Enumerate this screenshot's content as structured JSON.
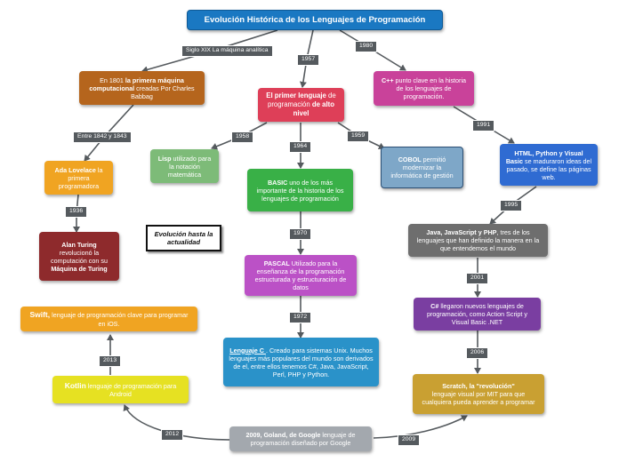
{
  "title": "Evolución Histórica de los Lenguajes de Programación",
  "colors": {
    "title": "#1a78c2",
    "brown": "#b5651d",
    "orange": "#f0a422",
    "darkred": "#8e2a2c",
    "crimson": "#de3f58",
    "magenta": "#c9429a",
    "green_light": "#7dbb78",
    "green": "#39b047",
    "violet": "#bb51c6",
    "blue": "#2a92c9",
    "steel": "#7ea7c8",
    "royal": "#2f6bd2",
    "gray": "#6e6e6e",
    "purple": "#7a3ea1",
    "gold": "#c9a032",
    "yellow": "#e6e122",
    "silver": "#a3a8ae",
    "link": "#555a5e"
  },
  "labels": {
    "siglo_xix": "Siglo XIX La máquina analítica",
    "y1957": "1957",
    "y1980": "1980",
    "y1842": "Entre 1842 y 1843",
    "y1958": "1958",
    "y1964": "1964",
    "y1959": "1959",
    "y1991": "1991",
    "y1936": "1936",
    "y1995": "1995",
    "y1970": "1970",
    "y2001": "2001",
    "y1972": "1972",
    "y2006": "2006",
    "y2013": "2013",
    "y2012": "2012",
    "y2009": "2009"
  },
  "nodes": {
    "babbage": {
      "pre": "En 1801 ",
      "bold": "la primera máquina computacional",
      "post": " creadas Por Charles Babbag"
    },
    "lovelace": {
      "bold": "Ada Lovelace",
      "post": " la primera programadora"
    },
    "turing": {
      "bold1": "Alan Turing",
      "mid": " revolucionó la computación con su ",
      "bold2": "Máquina de Turing"
    },
    "primer": {
      "bold1": "El primer lenguaje",
      "mid": " de programación ",
      "bold2": "de alto nivel"
    },
    "lisp": {
      "bold": "Lisp",
      "post": " utilizado para la notación matemática"
    },
    "cobol": {
      "bold": "COBOL",
      "post": " permitió modernizar la informática de gestión"
    },
    "basic": {
      "bold": "BASIC",
      "post": " uno de los más importante de la historia de los lenguajes de programación"
    },
    "pascal": {
      "bold": "PASCAL",
      "post": " Utilizado para la enseñanza de la programación estructurada y estructuración de datos"
    },
    "lenguaje_c": {
      "bold": "Lenguaje C ",
      "post": ". Creado para sistemas Unix. Muchos lenguajes más populares del mundo son derivados de el, entre ellos tenemos C#, Java, JavaScript, Perl, PHP y Python."
    },
    "cpp": {
      "bold": "C++",
      "post": " punto clave en la historia de los lenguajes de programación."
    },
    "html": {
      "bold": "HTML, Python y Visual Basic",
      "post": " se maduraron ideas del pasado, se define las páginas web."
    },
    "java": {
      "bold": "Java, JavaScript y PHP",
      "post": ",  tres de los lenguajes que han definido la manera en la que entendemos el mundo"
    },
    "csharp": {
      "bold": "C#",
      "post": " llegaron nuevos lenguajes de programación, como Action Script y  Visual Basic .NET"
    },
    "scratch": {
      "bold": "Scratch, la \"revolución\"",
      "post": " lenguaje visual por MIT para que cualquiera pueda aprender a programar"
    },
    "go": {
      "bold": "2009, Goland, de Google",
      "post": " lenguaje de programación diseñado por Google"
    },
    "kotlin": {
      "bold": "Kotlin",
      "post": " lenguaje de programación para Android"
    },
    "swift": {
      "bold": "Swift,",
      "post": "  lenguaje de programación clave para programar en iOS."
    },
    "evolucion": {
      "text": "Evolución hasta la actualidad"
    }
  }
}
